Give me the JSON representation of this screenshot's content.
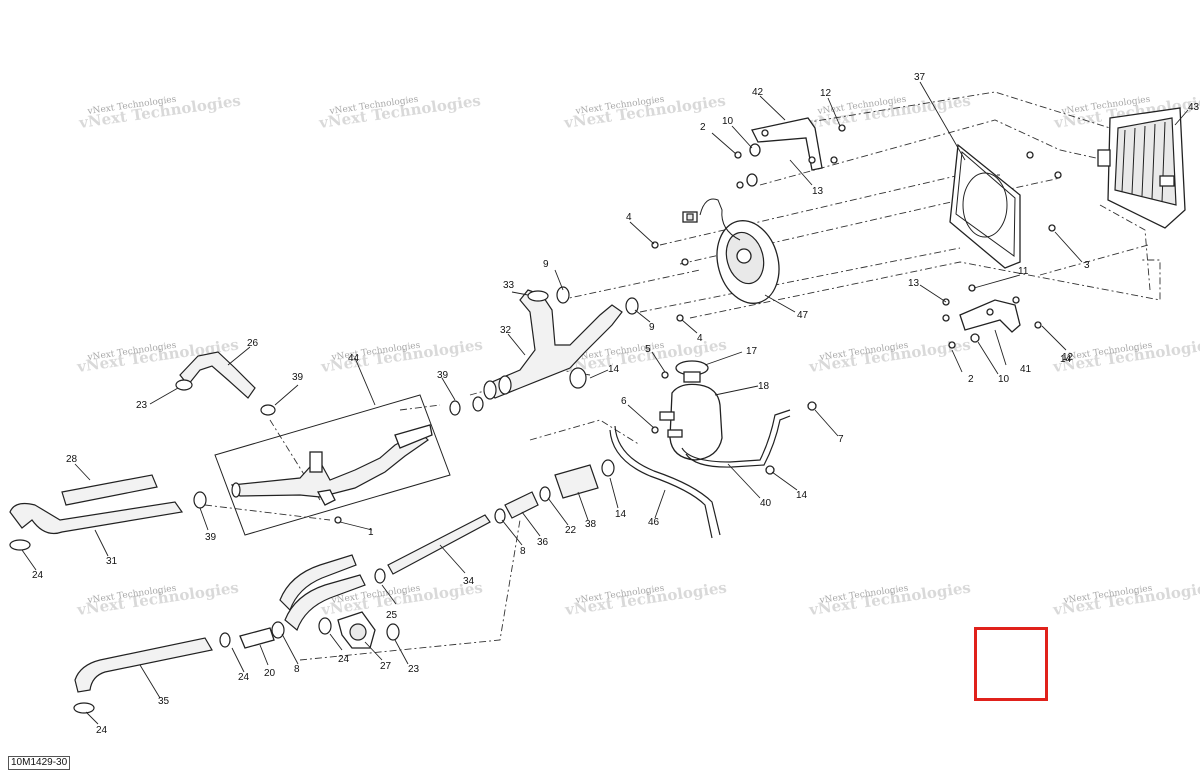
{
  "diagram": {
    "reference_code": "10M1429-30",
    "watermark_line1": "vNext Technologies",
    "watermark_line2": "vNext Technologies",
    "callouts": {
      "c1": "1",
      "c2a": "2",
      "c2b": "2",
      "c3": "3",
      "c4a": "4",
      "c4b": "4",
      "c5": "5",
      "c6": "6",
      "c7": "7",
      "c8a": "8",
      "c8b": "8",
      "c9a": "9",
      "c9b": "9",
      "c10a": "10",
      "c10b": "10",
      "c11": "11",
      "c12a": "12",
      "c12b": "12",
      "c13a": "13",
      "c13b": "13",
      "c14a": "14",
      "c14b": "14",
      "c14c": "14",
      "c14d": "14",
      "c17": "17",
      "c18": "18",
      "c20": "20",
      "c22": "22",
      "c23a": "23",
      "c23b": "23",
      "c24a": "24",
      "c24b": "24",
      "c24c": "24",
      "c24d": "24",
      "c25": "25",
      "c26": "26",
      "c27": "27",
      "c28": "28",
      "c31": "31",
      "c32": "32",
      "c33": "33",
      "c34": "34",
      "c35": "35",
      "c36": "36",
      "c37": "37",
      "c38": "38",
      "c39a": "39",
      "c39b": "39",
      "c39c": "39",
      "c40": "40",
      "c41": "41",
      "c42": "42",
      "c43": "43",
      "c44": "44",
      "c46": "46",
      "c47": "47"
    }
  },
  "colors": {
    "line": "#222222",
    "watermark": "#9a9a9a",
    "highlight_box": "#e0211b"
  }
}
